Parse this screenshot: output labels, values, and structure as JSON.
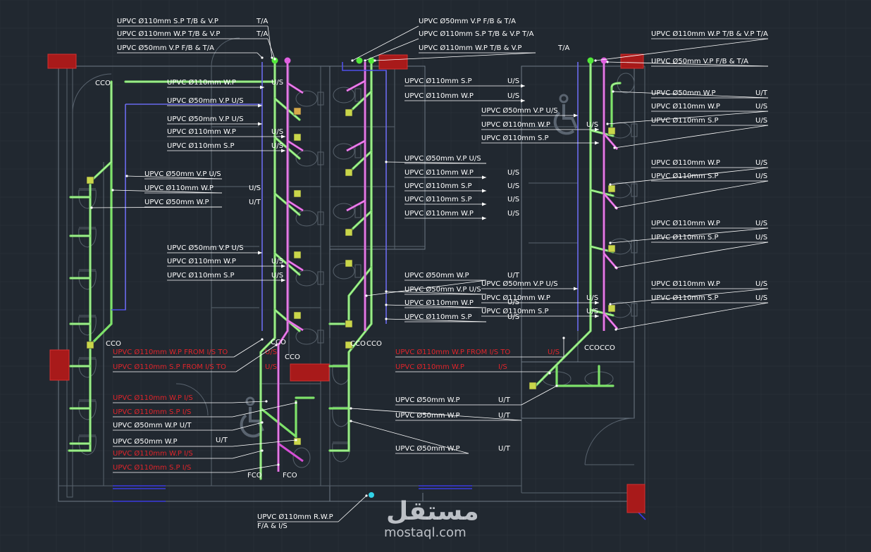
{
  "drawing": {
    "background": "#212830",
    "colors": {
      "water_pipe": "#7ee26a",
      "soil_pipe": "#d64fd6",
      "vent_pipe": "#4f4fe8",
      "wall": "#6e7a86",
      "label": "#ffffff",
      "label_alert": "#e0242a",
      "shaft_hatch": "#a81a1a",
      "rain_pipe": "#32d3e8"
    },
    "labels": [
      {
        "id": "l1",
        "text": "UPVC Ø110mm S.P T/B & V.P",
        "tag": "T/A",
        "color": "white"
      },
      {
        "id": "l2",
        "text": "UPVC Ø110mm W.P T/B & V.P",
        "tag": "T/A",
        "color": "white"
      },
      {
        "id": "l3",
        "text": "UPVC Ø50mm V.P F/B & T/A",
        "tag": "",
        "color": "white"
      },
      {
        "id": "l4",
        "text": "UPVC Ø110mm W.P",
        "tag": "U/S",
        "color": "white"
      },
      {
        "id": "l5",
        "text": "UPVC Ø50mm V.P U/S",
        "tag": "",
        "color": "white"
      },
      {
        "id": "l6",
        "text": "UPVC Ø50mm V.P U/S",
        "tag": "",
        "color": "white"
      },
      {
        "id": "l7",
        "text": "UPVC Ø110mm W.P",
        "tag": "U/S",
        "color": "white"
      },
      {
        "id": "l8",
        "text": "UPVC Ø110mm S.P",
        "tag": "U/S",
        "color": "white"
      },
      {
        "id": "l9",
        "text": "UPVC Ø50mm V.P U/S",
        "tag": "",
        "color": "white"
      },
      {
        "id": "l10",
        "text": "UPVC Ø110mm W.P",
        "tag": "U/S",
        "color": "white"
      },
      {
        "id": "l11",
        "text": "UPVC Ø50mm W.P",
        "tag": "U/T",
        "color": "white"
      },
      {
        "id": "l12",
        "text": "UPVC Ø50mm V.P U/S",
        "tag": "",
        "color": "white"
      },
      {
        "id": "l13",
        "text": "UPVC Ø110mm W.P",
        "tag": "U/S",
        "color": "white"
      },
      {
        "id": "l14",
        "text": "UPVC Ø110mm S.P",
        "tag": "U/S",
        "color": "white"
      },
      {
        "id": "l15",
        "text": "UPVC Ø110mm W.P FROM I/S TO",
        "tag": "U/S",
        "color": "red"
      },
      {
        "id": "l16",
        "text": "UPVC Ø110mm S.P FROM I/S TO",
        "tag": "U/S",
        "color": "red"
      },
      {
        "id": "l17",
        "text": "UPVC Ø110mm W.P I/S",
        "tag": "",
        "color": "red"
      },
      {
        "id": "l18",
        "text": "UPVC Ø110mm S.P I/S",
        "tag": "",
        "color": "red"
      },
      {
        "id": "l19",
        "text": "UPVC Ø50mm W.P U/T",
        "tag": "",
        "color": "white"
      },
      {
        "id": "l20",
        "text": "UPVC Ø50mm W.P",
        "tag": "U/T",
        "color": "white"
      },
      {
        "id": "l21",
        "text": "UPVC Ø110mm W.P I/S",
        "tag": "",
        "color": "red"
      },
      {
        "id": "l22",
        "text": "UPVC Ø110mm S.P I/S",
        "tag": "",
        "color": "red"
      },
      {
        "id": "m1",
        "text": "UPVC Ø50mm V.P F/B & T/A",
        "tag": "",
        "color": "white"
      },
      {
        "id": "m2",
        "text": "UPVC Ø110mm S.P T/B & V.P T/A",
        "tag": "",
        "color": "white"
      },
      {
        "id": "m3",
        "text": "UPVC Ø110mm W.P T/B & V.P",
        "tag": "T/A",
        "color": "white"
      },
      {
        "id": "m4",
        "text": "UPVC Ø110mm S.P",
        "tag": "U/S",
        "color": "white"
      },
      {
        "id": "m5",
        "text": "UPVC Ø110mm W.P",
        "tag": "U/S",
        "color": "white"
      },
      {
        "id": "m6",
        "text": "UPVC Ø50mm V.P U/S",
        "tag": "",
        "color": "white"
      },
      {
        "id": "m7",
        "text": "UPVC Ø110mm W.P",
        "tag": "U/S",
        "color": "white"
      },
      {
        "id": "m8",
        "text": "UPVC Ø110mm S.P",
        "tag": "U/S",
        "color": "white"
      },
      {
        "id": "m9",
        "text": "UPVC Ø110mm S.P",
        "tag": "U/S",
        "color": "white"
      },
      {
        "id": "m10",
        "text": "UPVC Ø110mm W.P",
        "tag": "U/S",
        "color": "white"
      },
      {
        "id": "m11",
        "text": "UPVC Ø50mm W.P",
        "tag": "U/T",
        "color": "white"
      },
      {
        "id": "m12",
        "text": "UPVC Ø50mm V.P U/S",
        "tag": "",
        "color": "white"
      },
      {
        "id": "m13",
        "text": "UPVC Ø110mm W.P",
        "tag": "U/S",
        "color": "white"
      },
      {
        "id": "m14",
        "text": "UPVC Ø110mm S.P",
        "tag": "U/S",
        "color": "white"
      },
      {
        "id": "m15",
        "text": "UPVC Ø110mm W.P FROM I/S TO",
        "tag": "U/S",
        "color": "red"
      },
      {
        "id": "m16",
        "text": "UPVC Ø110mm W.P",
        "tag": "I/S",
        "color": "red"
      },
      {
        "id": "m17",
        "text": "UPVC Ø50mm W.P",
        "tag": "U/T",
        "color": "white"
      },
      {
        "id": "m18",
        "text": "UPVC Ø50mm W.P",
        "tag": "U/T",
        "color": "white"
      },
      {
        "id": "m19",
        "text": "UPVC Ø50mm W.P",
        "tag": "U/T",
        "color": "white"
      },
      {
        "id": "r1",
        "text": "UPVC Ø110mm W.P T/B & V.P T/A",
        "tag": "",
        "color": "white"
      },
      {
        "id": "r2",
        "text": "UPVC Ø50mm V.P F/B & T/A",
        "tag": "",
        "color": "white"
      },
      {
        "id": "r3",
        "text": "UPVC Ø50mm V.P U/S",
        "tag": "",
        "color": "white"
      },
      {
        "id": "r4",
        "text": "UPVC Ø110mm W.P",
        "tag": "U/S",
        "color": "white"
      },
      {
        "id": "r5",
        "text": "UPVC Ø110mm S.P",
        "tag": "",
        "color": "white"
      },
      {
        "id": "r6",
        "text": "UPVC Ø50mm W.P",
        "tag": "U/T",
        "color": "white"
      },
      {
        "id": "r7",
        "text": "UPVC Ø110mm W.P",
        "tag": "U/S",
        "color": "white"
      },
      {
        "id": "r8",
        "text": "UPVC Ø110mm S.P",
        "tag": "U/S",
        "color": "white"
      },
      {
        "id": "r9",
        "text": "UPVC Ø110mm W.P",
        "tag": "U/S",
        "color": "white"
      },
      {
        "id": "r10",
        "text": "UPVC Ø110mm S.P",
        "tag": "U/S",
        "color": "white"
      },
      {
        "id": "r11",
        "text": "UPVC Ø110mm W.P",
        "tag": "U/S",
        "color": "white"
      },
      {
        "id": "r12",
        "text": "UPVC Ø110mm S.P",
        "tag": "U/S",
        "color": "white"
      },
      {
        "id": "r13",
        "text": "UPVC Ø50mm V.P U/S",
        "tag": "",
        "color": "white"
      },
      {
        "id": "r14",
        "text": "UPVC Ø110mm W.P",
        "tag": "U/S",
        "color": "white"
      },
      {
        "id": "r15",
        "text": "UPVC Ø110mm S.P",
        "tag": "U/S",
        "color": "white"
      },
      {
        "id": "r16",
        "text": "UPVC Ø110mm W.P",
        "tag": "U/S",
        "color": "white"
      },
      {
        "id": "r17",
        "text": "UPVC Ø110mm S.P",
        "tag": "U/S",
        "color": "white"
      },
      {
        "id": "b1",
        "text": "UPVC Ø110mm R.W.P",
        "tag": "",
        "color": "white"
      },
      {
        "id": "b2",
        "text": "F/A & I/S",
        "tag": "",
        "color": "white"
      }
    ],
    "small_tags": {
      "cco": "CCO",
      "fco": "FCO",
      "us": "U/S",
      "ut": "U/T"
    },
    "watermark": {
      "logo_text": "مستقل",
      "site": "mostaql.com"
    }
  }
}
